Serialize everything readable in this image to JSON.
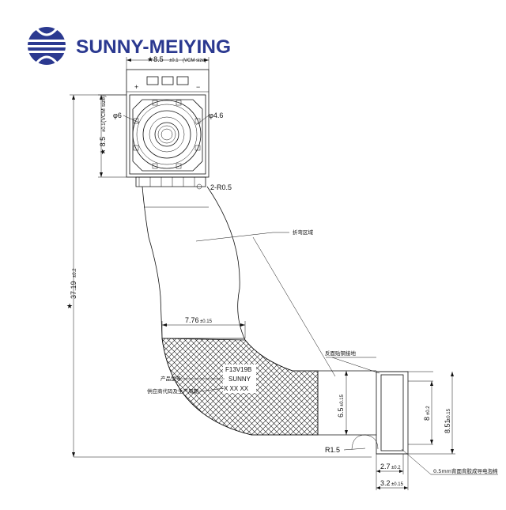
{
  "brand": {
    "name": "SUNNY-MEIYING"
  },
  "module": {
    "pin_plus": "+",
    "pin_minus": "−",
    "dia_left": "φ6",
    "dia_right": "φ4.6"
  },
  "dims": {
    "width_main": "★8.5",
    "width_tol": "±0.1",
    "width_note": "(VCM size)",
    "height_main": "★ 8.5",
    "height_tol": "±0.1",
    "height_note": "(VCM size)",
    "corner": "2-R0.5",
    "total_main": "37.19",
    "total_tol": "±0.2",
    "flex_width": "7.76",
    "flex_width_tol": "±0.15",
    "conn_height": "6.5",
    "conn_height_tol": "±0.15",
    "conn_8": "8",
    "conn_8_tol": "±0.2",
    "conn_851": "8.51",
    "conn_851_tol": "±0.15",
    "radius": "R1.5",
    "w27": "2.7",
    "w27_tol": "±0.2",
    "w32": "3.2",
    "w32_tol": "±0.15"
  },
  "marking": {
    "line1": "F13V19B",
    "line2": "SUNNY",
    "line3": "X XX XX"
  },
  "labels": {
    "bend_zone": "折弯区域",
    "stiffener": "反面贴钢接地",
    "product_model": "产品型号",
    "supplier_code": "供应商代码及生产周期",
    "conductive_tape": "0.5mm背面背胶成导电泡棉"
  },
  "colors": {
    "brand": "#2b3990",
    "ink": "#111111"
  }
}
